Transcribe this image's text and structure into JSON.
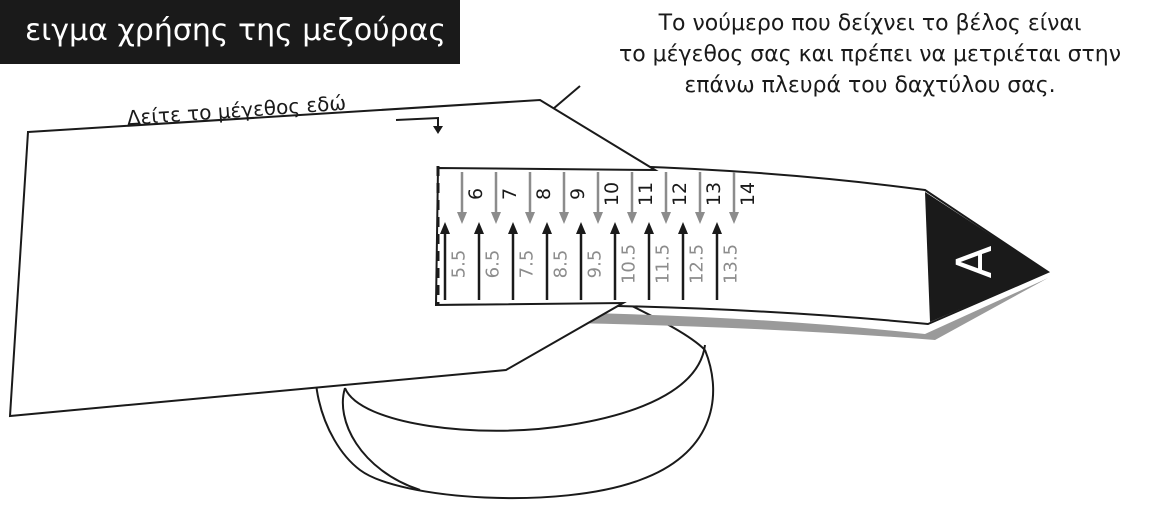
{
  "title": "ειγμα χρήσης της μεζούρας",
  "instruction": {
    "line1": "Το νούμερο που δείχνει το βέλος είναι",
    "line2": "το μέγεθος σας και πρέπει να μετριέται στην",
    "line3": "επάνω πλευρά του δαχτύλου σας."
  },
  "see_size_label": "Δείτε το μέγεθος εδώ",
  "tape_letter": "A",
  "sizes": [
    "6",
    "7",
    "8",
    "9",
    "10",
    "11",
    "12",
    "13",
    "14"
  ],
  "half_sizes": [
    "5.5",
    "6.5",
    "7.5",
    "8.5",
    "9.5",
    "10.5",
    "11.5",
    "12.5",
    "13.5"
  ],
  "colors": {
    "ink": "#1a1a1a",
    "gray": "#8c8c8c",
    "shadow": "#9a9a9a"
  }
}
